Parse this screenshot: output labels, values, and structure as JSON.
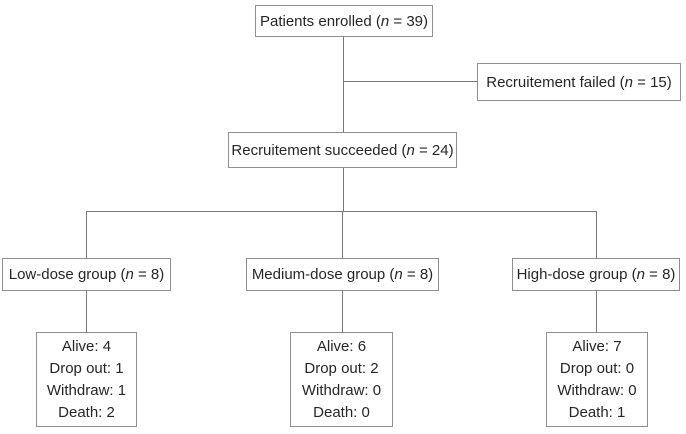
{
  "diagram": {
    "type": "flowchart",
    "nodes": {
      "enrolled": {
        "prefix": "Patients enrolled (",
        "var": "n",
        "suffix": " = 39)",
        "n": 39
      },
      "failed": {
        "prefix": "Recruitement failed (",
        "var": "n",
        "suffix": " = 15)",
        "n": 15
      },
      "succeeded": {
        "prefix": "Recruitement succeeded (",
        "var": "n",
        "suffix": " = 24)",
        "n": 24
      },
      "low_dose": {
        "prefix": "Low-dose group (",
        "var": "n",
        "suffix": " = 8)",
        "n": 8
      },
      "medium_dose": {
        "prefix": "Medium-dose group (",
        "var": "n",
        "suffix": " = 8)",
        "n": 8
      },
      "high_dose": {
        "prefix": "High-dose group (",
        "var": "n",
        "suffix": " = 8)",
        "n": 8
      },
      "low_outcomes": {
        "lines": [
          "Alive: 4",
          "Drop out: 1",
          "Withdraw: 1",
          "Death: 2"
        ]
      },
      "medium_outcomes": {
        "lines": [
          "Alive: 6",
          "Drop out: 2",
          "Withdraw: 0",
          "Death: 0"
        ]
      },
      "high_outcomes": {
        "lines": [
          "Alive: 7",
          "Drop out: 0",
          "Withdraw: 0",
          "Death: 1"
        ]
      }
    },
    "colors": {
      "box_border": "#8f8f8f",
      "connector": "#787878",
      "text": "#262626",
      "background": "#ffffff"
    }
  }
}
